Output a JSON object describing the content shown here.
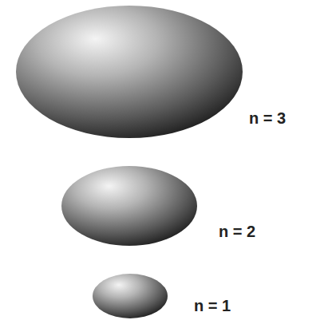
{
  "diagram": {
    "labels": [
      "n = 3",
      "n = 2",
      "n = 1"
    ]
  }
}
